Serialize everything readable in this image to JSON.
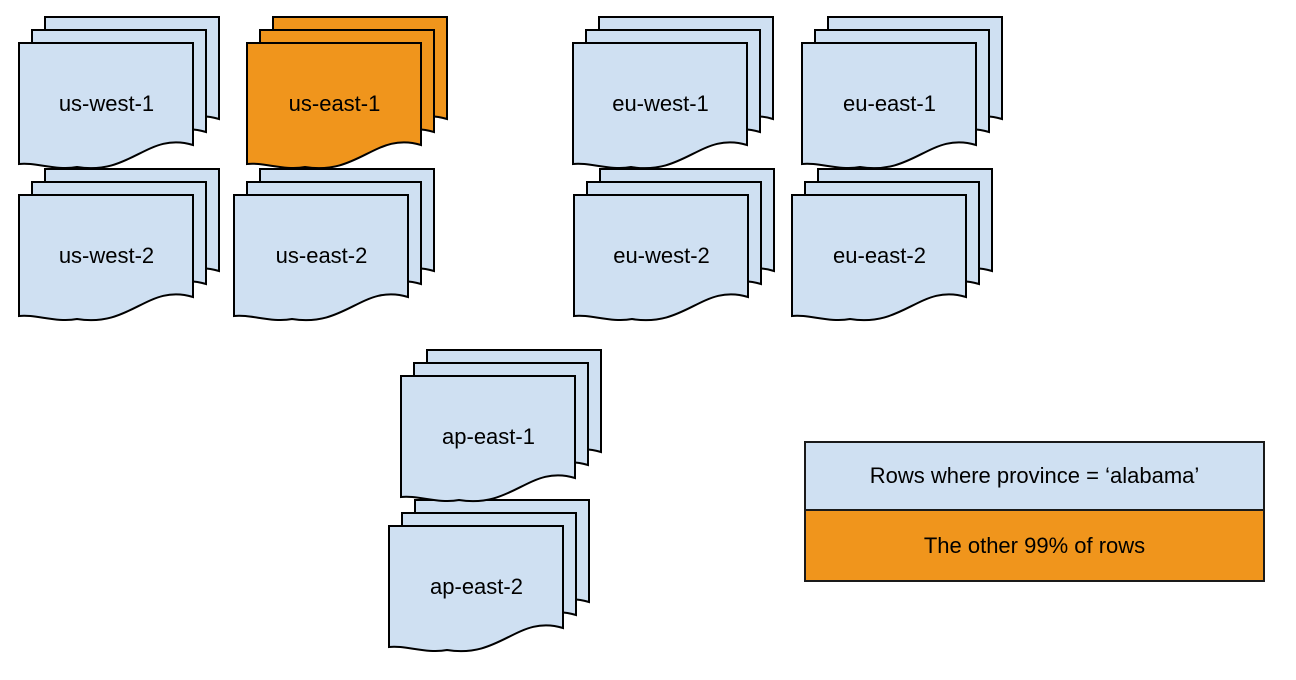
{
  "diagram": {
    "colors": {
      "card_blue": "#cfe0f2",
      "card_orange": "#f0951c",
      "stroke": "#000000",
      "legend_border": "#1a1a1a"
    },
    "stacks": [
      {
        "label": "us-west-1",
        "variant": "blue"
      },
      {
        "label": "us-east-1",
        "variant": "orange"
      },
      {
        "label": "eu-west-1",
        "variant": "blue"
      },
      {
        "label": "eu-east-1",
        "variant": "blue"
      },
      {
        "label": "us-west-2",
        "variant": "blue"
      },
      {
        "label": "us-east-2",
        "variant": "blue"
      },
      {
        "label": "eu-west-2",
        "variant": "blue"
      },
      {
        "label": "eu-east-2",
        "variant": "blue"
      },
      {
        "label": "ap-east-1",
        "variant": "blue"
      },
      {
        "label": "ap-east-2",
        "variant": "blue"
      }
    ],
    "legend": {
      "items": [
        {
          "label": "Rows where province = ‘alabama’",
          "variant": "blue"
        },
        {
          "label": "The other 99% of rows",
          "variant": "orange"
        }
      ]
    }
  }
}
